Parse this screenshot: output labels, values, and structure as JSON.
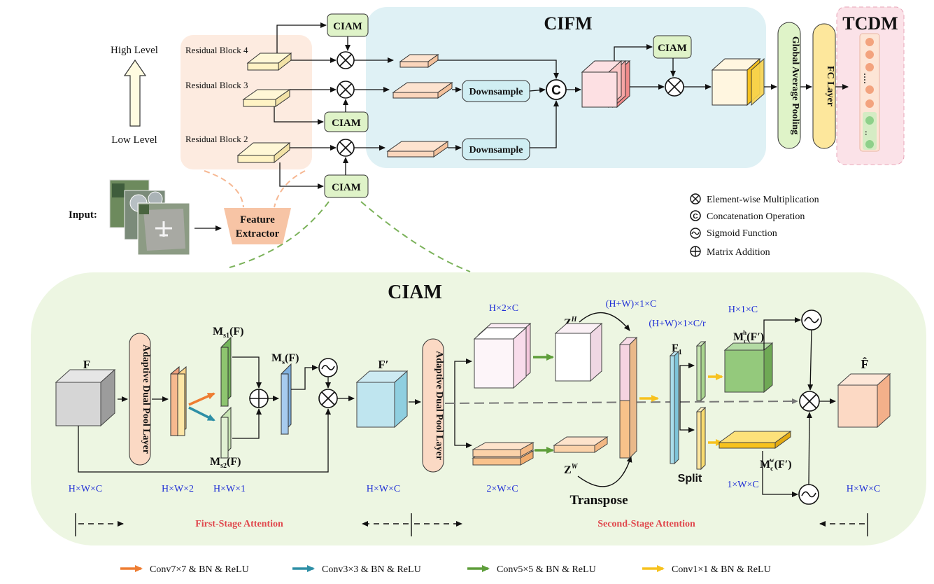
{
  "title_cifm": "CIFM",
  "title_tcdm": "TCDM",
  "title_ciam": "CIAM",
  "ciam_block": "CIAM",
  "levels": {
    "high": "High Level",
    "low": "Low Level"
  },
  "residual_blocks": [
    "Residual Block 4",
    "Residual Block 3",
    "Residual Block 2"
  ],
  "downsample": "Downsample",
  "concat_symbol": "C",
  "gap_label": "Global Average Pooling",
  "fc_label": "FC Layer",
  "input_label": "Input:",
  "feature_extractor": [
    "Feature",
    "Extractor"
  ],
  "legend_ops": [
    "Element-wise Multiplication",
    "Concatenation Operation",
    "Sigmoid Function",
    "Matrix Addition"
  ],
  "ciam_detail": {
    "adp": "Adaptive Dual Pool Layer",
    "F": "F",
    "F_prime": "F′",
    "F_hat": "F̂",
    "Ms1": "M",
    "Ms1_sub": "s1",
    "Ms": "M",
    "Ms_sub": "s",
    "Ms2": "M",
    "Ms2_sub": "s2",
    "of_F": "(F)",
    "ZH": "Z",
    "ZH_sup": "H",
    "ZW": "Z",
    "ZW_sup": "W",
    "F1": "F",
    "F1_sub": "1",
    "Mch": "M",
    "Mch_sub": "c",
    "Mch_sup": "h",
    "Mcw": "M",
    "Mcw_sub": "c",
    "Mcw_sup": "w",
    "of_Fp": "(F′)",
    "transpose": "Transpose",
    "split": "Split"
  },
  "dims": {
    "hwc1": "H×W×C",
    "hw2": "H×W×2",
    "hw1": "H×W×1",
    "hwc2": "H×W×C",
    "h2c": "H×2×C",
    "hw1c": "(H+W)×1×C",
    "hw1cr": "(H+W)×1×C/r",
    "h1c": "H×1×C",
    "w2c": "2×W×C",
    "w1c": "1×W×C",
    "hwc3": "H×W×C"
  },
  "stages": {
    "first": "First-Stage Attention",
    "second": "Second-Stage Attention"
  },
  "conv_legend": [
    {
      "label": "Conv7×7 & BN & ReLU",
      "color": "#ee7d32"
    },
    {
      "label": "Conv3×3 & BN & ReLU",
      "color": "#2e8fa6"
    },
    {
      "label": "Conv5×5 & BN & ReLU",
      "color": "#5e9e3a"
    },
    {
      "label": "Conv1×1 & BN & ReLU",
      "color": "#f7c21e"
    }
  ]
}
